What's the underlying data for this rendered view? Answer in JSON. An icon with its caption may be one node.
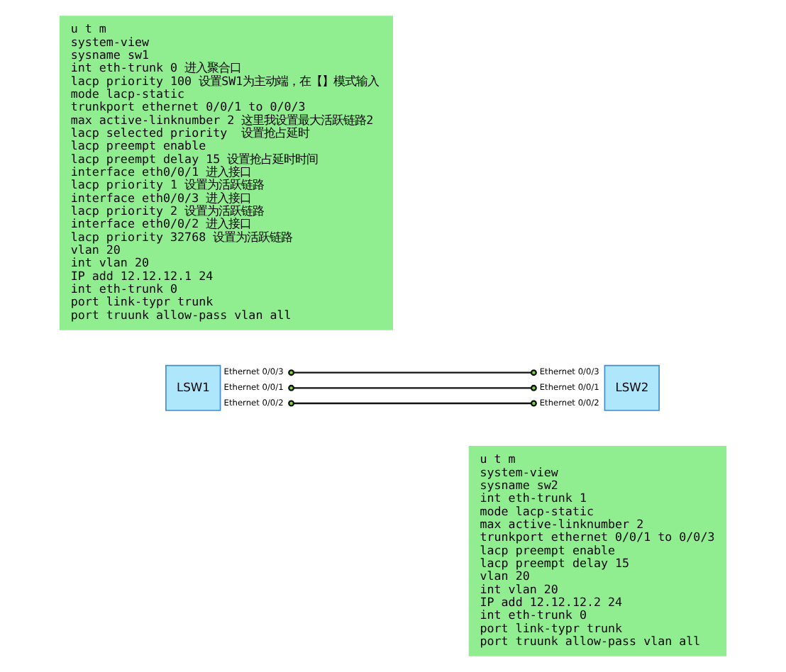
{
  "diagram": {
    "nodes": [
      {
        "text": [
          "u t m",
          "system-view",
          "sysname sw1",
          "int eth-trunk 0 进入聚合口",
          "lacp priority 100 设置SW1为主动端，在【】模式输入",
          "mode lacp-static",
          "trunkport ethernet 0/0/1 to 0/0/3",
          "max active-linknumber 2 这里我设置最大活跃链路2",
          "lacp selected priority  设置抢占延时",
          "lacp preempt enable",
          "lacp preempt delay 15 设置抢占延时时间",
          "interface eth0/0/1 进入接口",
          "lacp priority 1 设置为活跃链路",
          "interface eth0/0/3 进入接口",
          "lacp priority 2 设置为活跃链路",
          "interface eth0/0/2 进入接口",
          "lacp priority 32768 设置为活跃链路",
          "vlan 20",
          "int vlan 20",
          "IP add 12.12.12.1 24",
          "int eth-trunk 0",
          "port link-typr trunk",
          "port truunk allow-pass vlan all"
        ]
      },
      {
        "text": [
          "LSW1"
        ],
        "beside": [
          "Ethernet 0/0/3",
          "Ethernet 0/0/1",
          "Ethernet 0/0/2"
        ]
      },
      {
        "text": [
          "LSW2"
        ],
        "beside": [
          "Ethernet 0/0/3",
          "Ethernet 0/0/1",
          "Ethernet 0/0/2"
        ]
      },
      {
        "text": [
          "u t m",
          "system-view",
          "sysname sw2",
          "int eth-trunk 1",
          "mode lacp-static",
          "max active-linknumber 2",
          "trunkport ethernet 0/0/1 to 0/0/3",
          "lacp preempt enable",
          "lacp preempt delay 15",
          "vlan 20",
          "int vlan 20",
          "IP add 12.12.12.2 24",
          "int eth-trunk 0",
          "port link-typr trunk",
          "port truunk allow-pass vlan all"
        ]
      }
    ],
    "edges": [
      {
        "from": 1,
        "to": 2,
        "arrow": "other"
      },
      {
        "from": 1,
        "to": 2,
        "arrow": "other"
      },
      {
        "from": 1,
        "to": 2,
        "arrow": "other"
      }
    ]
  }
}
